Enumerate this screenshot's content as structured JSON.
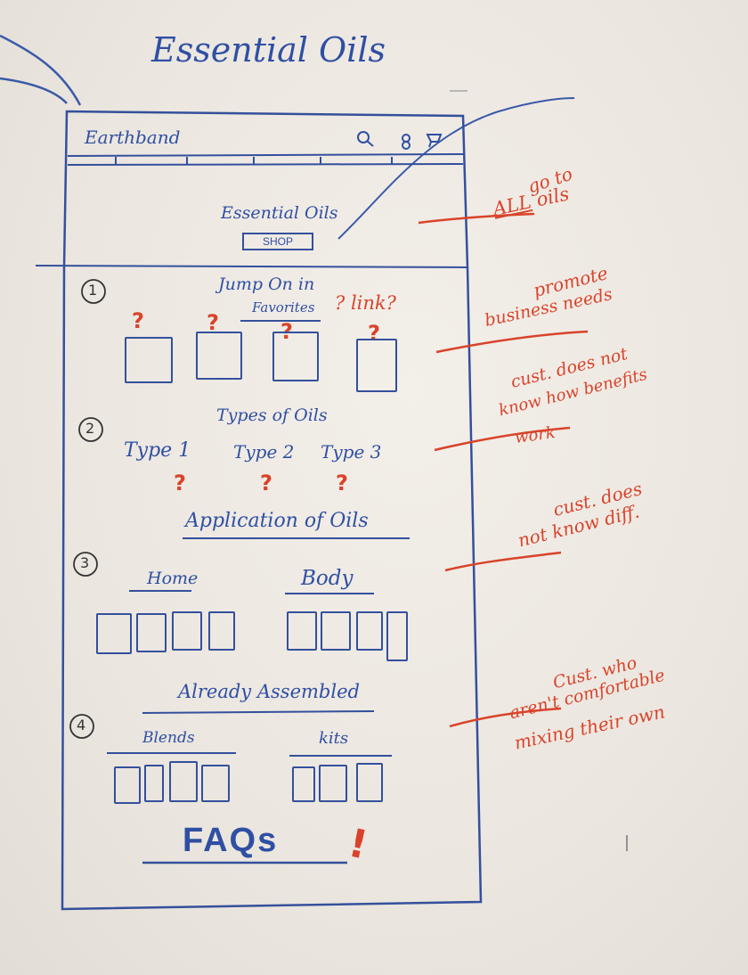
{
  "title": "Essential Oils",
  "mockup": {
    "brand": "Earthband",
    "header_icons": [
      "search-icon",
      "user-icon",
      "cart-icon"
    ],
    "hero": {
      "heading": "Essential Oils",
      "button": "SHOP"
    },
    "section1": {
      "number": "1",
      "heading_line1": "Jump On in",
      "heading_line2": "Favorites",
      "note": "link?",
      "marks": [
        "?",
        "?",
        "?",
        "?",
        "?"
      ]
    },
    "section2": {
      "number": "2",
      "heading": "Types of Oils",
      "types": [
        "Type 1",
        "Type 2",
        "Type 3"
      ],
      "marks": [
        "?",
        "?",
        "?"
      ]
    },
    "section3": {
      "number": "3",
      "heading": "Application of Oils",
      "home": "Home",
      "body": "Body"
    },
    "section4": {
      "number": "4",
      "heading": "Already Assembled",
      "blends": "Blends",
      "kits": "kits"
    },
    "faqs": "FAQs",
    "faqs_mark": "!"
  },
  "annotations": {
    "a1_line1": "go to",
    "a1_line2_under": "ALL",
    "a1_line2_rest": "oils",
    "a2_line1": "promote",
    "a2_line2": "business needs",
    "a3_line1": "cust. does not",
    "a3_line2": "know how benefits",
    "a3_line3": "work",
    "a4_line1": "cust. does",
    "a4_line2": "not know diff.",
    "a5_line1": "Cust. who",
    "a5_line2": "aren't comfortable",
    "a5_line3": "mixing their own"
  },
  "colors": {
    "marker_blue": "#34509c",
    "marker_red": "#d9432b",
    "board": "#eeeae3"
  }
}
